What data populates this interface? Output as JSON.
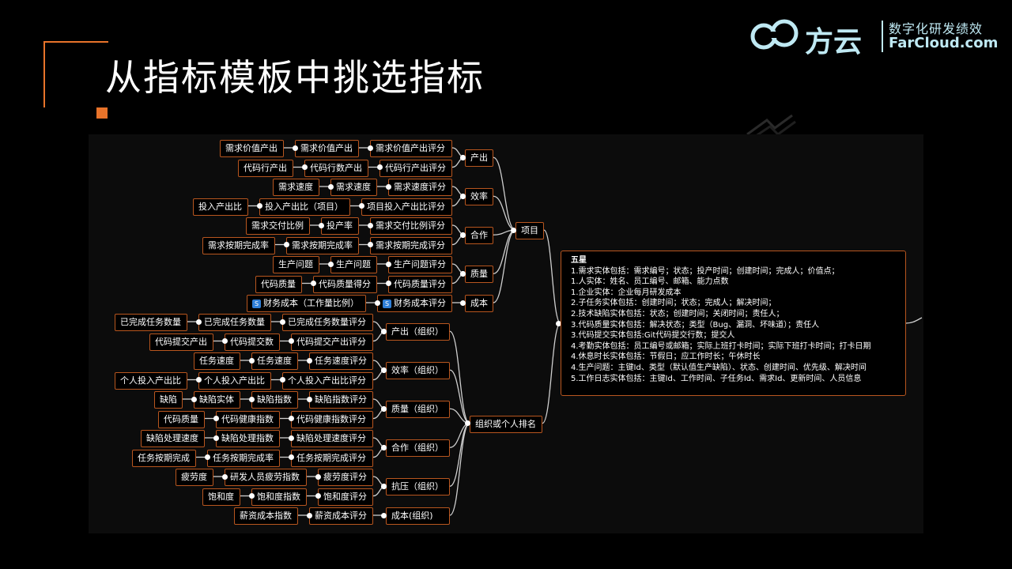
{
  "slide": {
    "title": "从指标模板中挑选指标"
  },
  "logo": {
    "cn": "方云",
    "tagline": "数字化研发绩效",
    "en": "FarCloud.com"
  },
  "mindmap": {
    "root_items": [
      "项目",
      "组织或个人排名"
    ],
    "project": {
      "label": "项目",
      "groups": [
        {
          "label": "产出",
          "rows": [
            [
              "需求价值产出评分",
              "需求价值产出",
              "需求价值产出"
            ],
            [
              "代码行产出评分",
              "代码行数产出",
              "代码行产出"
            ]
          ]
        },
        {
          "label": "效率",
          "rows": [
            [
              "需求速度评分",
              "需求速度",
              "需求速度"
            ],
            [
              "项目投入产出比评分",
              "投入产出比（项目）",
              "投入产出比"
            ]
          ]
        },
        {
          "label": "合作",
          "rows": [
            [
              "需求交付比例评分",
              "投产率",
              "需求交付比例"
            ],
            [
              "需求按期完成评分",
              "需求按期完成率",
              "需求按期完成率"
            ]
          ]
        },
        {
          "label": "质量",
          "rows": [
            [
              "生产问题评分",
              "生产问题",
              "生产问题"
            ],
            [
              "代码质量评分",
              "代码质量得分",
              "代码质量"
            ]
          ]
        },
        {
          "label": "成本",
          "rows": [
            [
              "财务成本评分",
              "财务成本（工作量比例）"
            ]
          ]
        }
      ]
    },
    "org": {
      "label": "组织或个人排名",
      "groups": [
        {
          "label": "产出（组织）",
          "rows": [
            [
              "已完成任务数量评分",
              "已完成任务数量",
              "已完成任务数量"
            ],
            [
              "代码提交产出评分",
              "代码提交数",
              "代码提交产出"
            ]
          ]
        },
        {
          "label": "效率（组织）",
          "rows": [
            [
              "任务速度评分",
              "任务速度",
              "任务速度"
            ],
            [
              "个人投入产出比评分",
              "个人投入产出比",
              "个人投入产出比"
            ]
          ]
        },
        {
          "label": "质量（组织）",
          "rows": [
            [
              "缺陷指数评分",
              "缺陷指数",
              "缺陷实体",
              "缺陷"
            ],
            [
              "代码健康指数评分",
              "代码健康指数",
              "代码质量"
            ]
          ]
        },
        {
          "label": "合作（组织）",
          "rows": [
            [
              "缺陷处理速度评分",
              "缺陷处理指数",
              "缺陷处理速度"
            ],
            [
              "任务按期完成评分",
              "任务按期完成率",
              "任务按期完成"
            ]
          ]
        },
        {
          "label": "抗压（组织）",
          "rows": [
            [
              "疲劳度评分",
              "研发人员疲劳指数",
              "疲劳度"
            ],
            [
              "饱和度评分",
              "饱和度指数",
              "饱和度"
            ]
          ]
        },
        {
          "label": "成本(组织)",
          "rows": [
            [
              "薪资成本评分",
              "薪资成本指数"
            ]
          ]
        }
      ]
    },
    "badge_symbol": "S",
    "info": [
      "五星",
      "1.需求实体包括：需求编号；状态；投产时间；创建时间；完成人；价值点；",
      "1.人实体：姓名、员工编号、邮箱、能力点数",
      "1.企业实体：企业每月研发成本",
      "2.子任务实体包括：创建时间；状态；完成人；解决时间；",
      "2.技术缺陷实体包括：状态；创建时间；关闭时间；责任人；",
      "3.代码质量实体包括：解决状态；类型（Bug、漏洞、坏味道）；责任人",
      "3.代码提交实体包括:Git代码提交行数；提交人",
      "4.考勤实体包括：员工编号或邮箱；实际上班打卡时间；实际下班打卡时间；打卡日期",
      "4.休息时长实体包括：节假日；应工作时长；午休时长",
      "4.生产问题：主键Id、类型（默认值生产缺陷）、状态、创建时间、优先级、解决时间",
      "5.工作日志实体包括：主键Id、工作时间、子任务Id、需求Id、更新时间、人员信息"
    ]
  },
  "colors": {
    "accent": "#e8732a",
    "node_border": "#b8561f",
    "logo": "#bfe9f3",
    "badge": "#2f7fd8"
  }
}
